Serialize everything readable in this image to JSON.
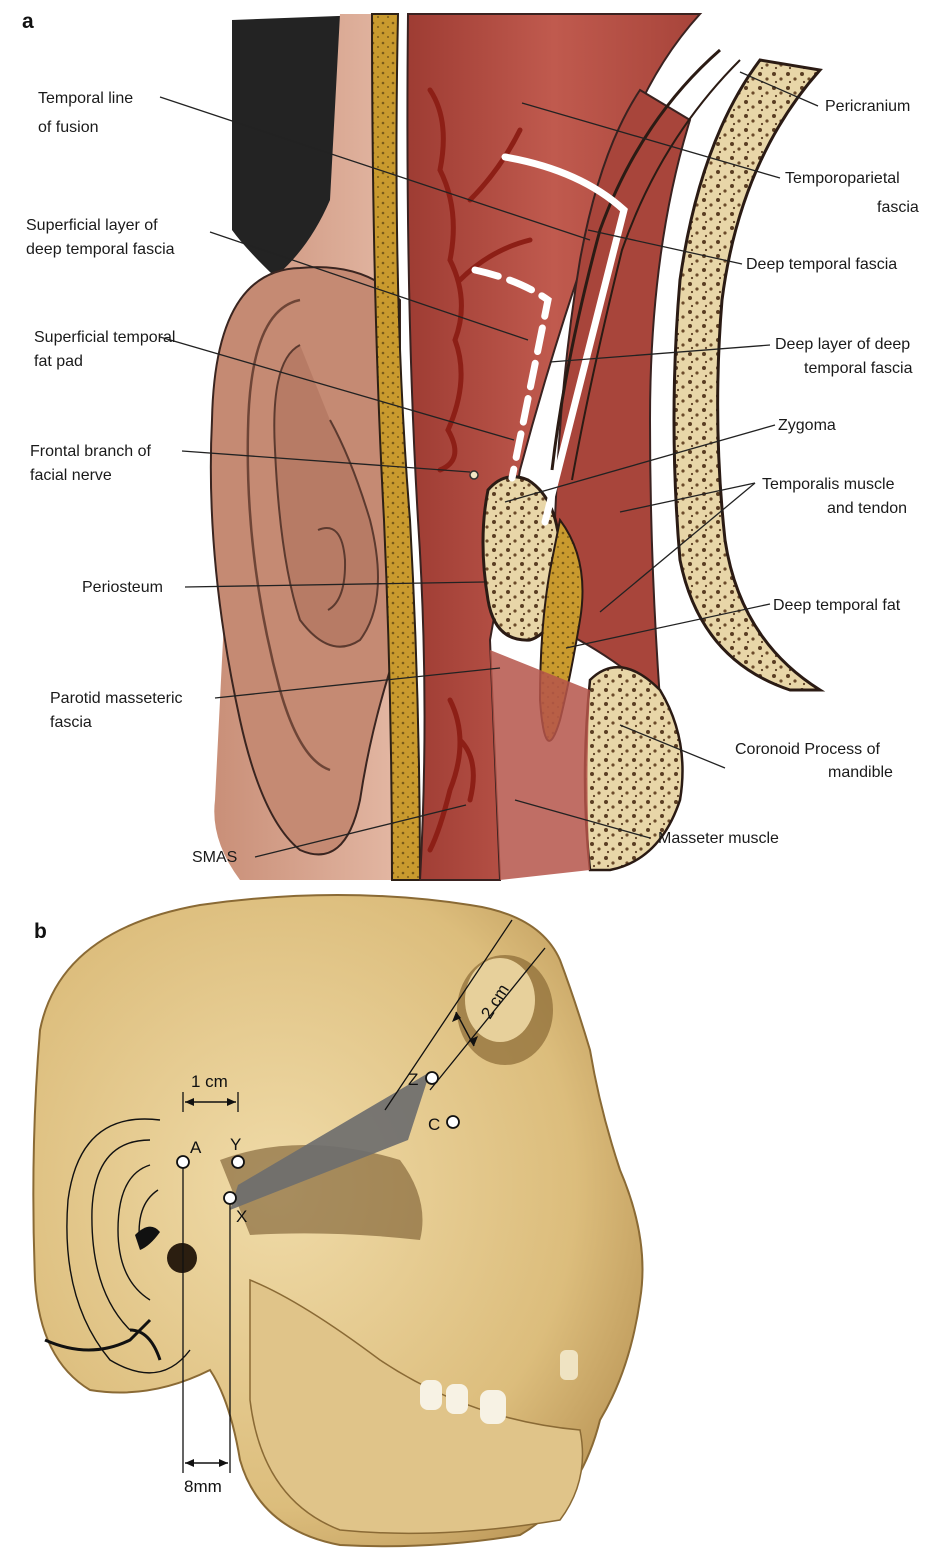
{
  "panels": {
    "a": "a",
    "b": "b"
  },
  "panel_a": {
    "labels": {
      "temporal_line_1": "Temporal line",
      "temporal_line_2": "of fusion",
      "superficial_layer_1": "Superficial layer of",
      "superficial_layer_2": "deep temporal fascia",
      "superficial_fat_1": "Superficial temporal",
      "superficial_fat_2": "fat pad",
      "frontal_branch_1": "Frontal branch of",
      "frontal_branch_2": "facial nerve",
      "periosteum": "Periosteum",
      "parotid_1": "Parotid masseteric",
      "parotid_2": "fascia",
      "smas": "SMAS",
      "pericranium": "Pericranium",
      "temporoparietal_1": "Temporoparietal",
      "temporoparietal_2": "fascia",
      "deep_temporal_fascia": "Deep temporal fascia",
      "deep_layer_1": "Deep layer of deep",
      "deep_layer_2": "temporal fascia",
      "zygoma": "Zygoma",
      "temporalis_1": "Temporalis muscle",
      "temporalis_2": "and tendon",
      "deep_temporal_fat": "Deep temporal fat",
      "coronoid_1": "Coronoid Process of",
      "coronoid_2": "mandible",
      "masseter": "Masseter muscle"
    }
  },
  "panel_b": {
    "points": {
      "A": "A",
      "Y": "Y",
      "X": "X",
      "Z": "Z",
      "C": "C"
    },
    "measurements": {
      "one_cm": "1 cm",
      "two_cm": "2 cm",
      "eight_mm": "8mm"
    }
  },
  "colors": {
    "skin": "#d9a68f",
    "muscle": "#b24a40",
    "fat": "#c99a2e",
    "bone": "#e8d6a8",
    "skull": "#e2c78e",
    "shadow_triangle": "#6e6e6e"
  }
}
